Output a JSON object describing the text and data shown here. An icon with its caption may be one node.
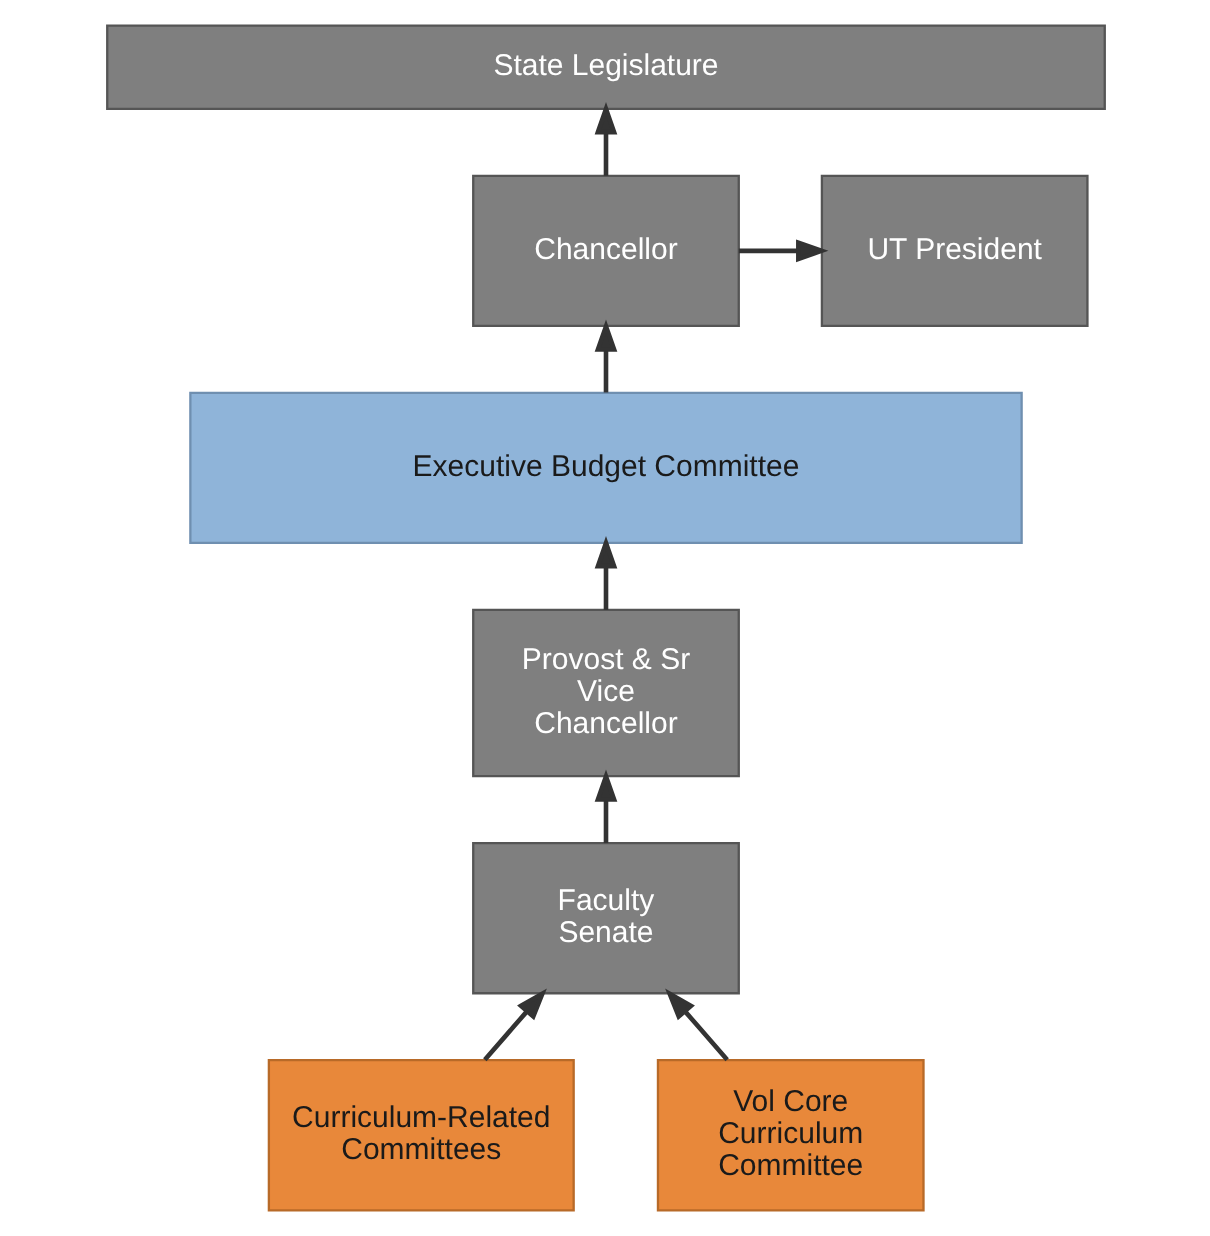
{
  "diagram": {
    "nodes": [
      {
        "text": [
          "State Legislature"
        ]
      },
      {
        "text": [
          "UT President"
        ]
      },
      {
        "text": [
          "Chancellor"
        ]
      },
      {
        "text": [
          "Executive Budget Committee"
        ]
      },
      {
        "text": [
          "Provost & Sr Vice Chancellor"
        ]
      },
      {
        "text": [
          "Faculty Senate"
        ]
      },
      {
        "text": [
          "Curriculum-Related Committees"
        ]
      },
      {
        "text": [
          "Vol Core Curriculum Committee"
        ]
      }
    ],
    "edges": [
      {
        "from": 2,
        "to": 0,
        "arrow": "to"
      },
      {
        "from": 2,
        "to": 1,
        "arrow": "to"
      },
      {
        "from": 3,
        "to": 2,
        "arrow": "to"
      },
      {
        "from": 4,
        "to": 3,
        "arrow": "to"
      },
      {
        "from": 5,
        "to": 4,
        "arrow": "to"
      },
      {
        "from": 6,
        "to": 5,
        "arrow": "to"
      },
      {
        "from": 7,
        "to": 5,
        "arrow": "to"
      }
    ]
  }
}
